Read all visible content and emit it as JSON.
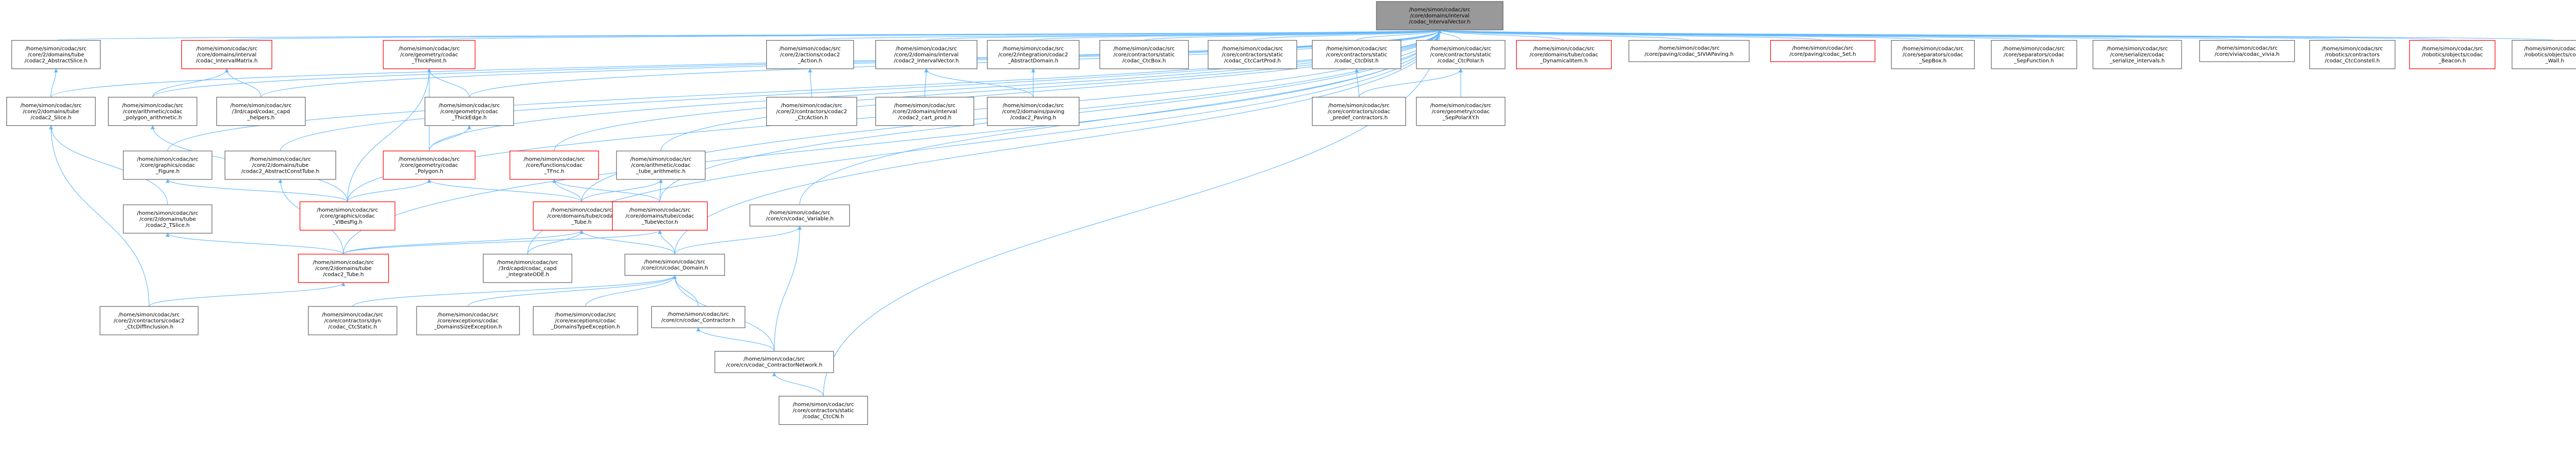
{
  "graph": {
    "root": "n0",
    "nodes": [
      {
        "id": "n0",
        "lines": [
          "/home/simon/codac/src",
          "/core/domains/interval",
          "/codac_IntervalVector.h"
        ],
        "style": "root"
      },
      {
        "id": "n1",
        "lines": [
          "/home/simon/codac/src",
          "/core/2/domains/tube",
          "/codac2_AbstractSlice.h"
        ],
        "style": "normal"
      },
      {
        "id": "n2",
        "lines": [
          "/home/simon/codac/src",
          "/core/domains/interval",
          "/codac_IntervalMatrix.h"
        ],
        "style": "red"
      },
      {
        "id": "n3",
        "lines": [
          "/home/simon/codac/src",
          "/core/geometry/codac",
          "_ThickPoint.h"
        ],
        "style": "red"
      },
      {
        "id": "n4",
        "lines": [
          "/home/simon/codac/src",
          "/core/2/actions/codac2",
          "_Action.h"
        ],
        "style": "normal"
      },
      {
        "id": "n5",
        "lines": [
          "/home/simon/codac/src",
          "/core/2/domains/interval",
          "/codac2_IntervalVector.h"
        ],
        "style": "normal"
      },
      {
        "id": "n6",
        "lines": [
          "/home/simon/codac/src",
          "/core/2/integration/codac2",
          "_AbstractDomain.h"
        ],
        "style": "normal"
      },
      {
        "id": "n7",
        "lines": [
          "/home/simon/codac/src",
          "/core/contractors/static",
          "/codac_CtcBox.h"
        ],
        "style": "normal"
      },
      {
        "id": "n8",
        "lines": [
          "/home/simon/codac/src",
          "/core/contractors/static",
          "/codac_CtcCartProd.h"
        ],
        "style": "normal"
      },
      {
        "id": "n9",
        "lines": [
          "/home/simon/codac/src",
          "/core/contractors/static",
          "/codac_CtcDist.h"
        ],
        "style": "normal"
      },
      {
        "id": "n10",
        "lines": [
          "/home/simon/codac/src",
          "/core/contractors/static",
          "/codac_CtcPolar.h"
        ],
        "style": "normal"
      },
      {
        "id": "n11",
        "lines": [
          "/home/simon/codac/src",
          "/core/domains/tube/codac",
          "_DynamicalItem.h"
        ],
        "style": "red"
      },
      {
        "id": "n12",
        "lines": [
          "/home/simon/codac/src",
          "/core/paving/codac_SIVIAPaving.h"
        ],
        "style": "normal"
      },
      {
        "id": "n13",
        "lines": [
          "/home/simon/codac/src",
          "/core/paving/codac_Set.h"
        ],
        "style": "red"
      },
      {
        "id": "n14",
        "lines": [
          "/home/simon/codac/src",
          "/core/separators/codac",
          "_SepBox.h"
        ],
        "style": "normal"
      },
      {
        "id": "n15",
        "lines": [
          "/home/simon/codac/src",
          "/core/separators/codac",
          "_SepFunction.h"
        ],
        "style": "normal"
      },
      {
        "id": "n16",
        "lines": [
          "/home/simon/codac/src",
          "/core/serialize/codac",
          "_serialize_intervals.h"
        ],
        "style": "normal"
      },
      {
        "id": "n17",
        "lines": [
          "/home/simon/codac/src",
          "/core/vivia/codac_vivia.h"
        ],
        "style": "normal"
      },
      {
        "id": "n18",
        "lines": [
          "/home/simon/codac/src",
          "/robotics/contractors",
          "/codac_CtcConstell.h"
        ],
        "style": "normal"
      },
      {
        "id": "n19",
        "lines": [
          "/home/simon/codac/src",
          "/robotics/objects/codac",
          "_Beacon.h"
        ],
        "style": "red"
      },
      {
        "id": "n20",
        "lines": [
          "/home/simon/codac/src",
          "/robotics/objects/codac",
          "_Wall.h"
        ],
        "style": "normal"
      },
      {
        "id": "n21",
        "lines": [
          "/home/simon/codac/src",
          "/core/2/domains/tube",
          "/codac2_Slice.h"
        ],
        "style": "normal"
      },
      {
        "id": "n22",
        "lines": [
          "/home/simon/codac/src",
          "/core/arithmetic/codac",
          "_polygon_arithmetic.h"
        ],
        "style": "normal"
      },
      {
        "id": "n23",
        "lines": [
          "/home/simon/codac/src",
          "/3rd/capd/codac_capd",
          "_helpers.h"
        ],
        "style": "normal"
      },
      {
        "id": "n24",
        "lines": [
          "/home/simon/codac/src",
          "/core/geometry/codac",
          "_ThickEdge.h"
        ],
        "style": "normal"
      },
      {
        "id": "n25",
        "lines": [
          "/home/simon/codac/src",
          "/core/2/contractors/codac2",
          "_CtcAction.h"
        ],
        "style": "normal"
      },
      {
        "id": "n26",
        "lines": [
          "/home/simon/codac/src",
          "/core/2/domains/interval",
          "/codac2_cart_prod.h"
        ],
        "style": "normal"
      },
      {
        "id": "n27",
        "lines": [
          "/home/simon/codac/src",
          "/core/2/domains/paving",
          "/codac2_Paving.h"
        ],
        "style": "normal"
      },
      {
        "id": "n28",
        "lines": [
          "/home/simon/codac/src",
          "/core/contractors/codac",
          "_predef_contractors.h"
        ],
        "style": "normal"
      },
      {
        "id": "n29",
        "lines": [
          "/home/simon/codac/src",
          "/core/geometry/codac",
          "_SepPolarXY.h"
        ],
        "style": "normal"
      },
      {
        "id": "n30",
        "lines": [
          "/home/simon/codac/src",
          "/core/graphics/codac",
          "_Figure.h"
        ],
        "style": "normal"
      },
      {
        "id": "n31",
        "lines": [
          "/home/simon/codac/src",
          "/core/2/domains/tube",
          "/codac2_AbstractConstTube.h"
        ],
        "style": "normal"
      },
      {
        "id": "n32",
        "lines": [
          "/home/simon/codac/src",
          "/core/geometry/codac",
          "_Polygon.h"
        ],
        "style": "red"
      },
      {
        "id": "n33",
        "lines": [
          "/home/simon/codac/src",
          "/core/functions/codac",
          "_TFnc.h"
        ],
        "style": "red"
      },
      {
        "id": "n34",
        "lines": [
          "/home/simon/codac/src",
          "/core/arithmetic/codac",
          "_tube_arithmetic.h"
        ],
        "style": "normal"
      },
      {
        "id": "n35",
        "lines": [
          "/home/simon/codac/src",
          "/core/2/domains/tube",
          "/codac2_TSlice.h"
        ],
        "style": "normal"
      },
      {
        "id": "n36",
        "lines": [
          "/home/simon/codac/src",
          "/core/graphics/codac",
          "_VIBesFig.h"
        ],
        "style": "red"
      },
      {
        "id": "n37",
        "lines": [
          "/home/simon/codac/src",
          "/core/domains/tube/codac",
          "_Tube.h"
        ],
        "style": "red"
      },
      {
        "id": "n38",
        "lines": [
          "/home/simon/codac/src",
          "/core/domains/tube/codac",
          "_TubeVector.h"
        ],
        "style": "red"
      },
      {
        "id": "n39",
        "lines": [
          "/home/simon/codac/src",
          "/core/cn/codac_Variable.h"
        ],
        "style": "normal"
      },
      {
        "id": "n40",
        "lines": [
          "/home/simon/codac/src",
          "/core/2/domains/tube",
          "/codac2_Tube.h"
        ],
        "style": "red"
      },
      {
        "id": "n41",
        "lines": [
          "/home/simon/codac/src",
          "/3rd/capd/codac_capd",
          "_integrateODE.h"
        ],
        "style": "normal"
      },
      {
        "id": "n42",
        "lines": [
          "/home/simon/codac/src",
          "/core/cn/codac_Domain.h"
        ],
        "style": "normal"
      },
      {
        "id": "n43",
        "lines": [
          "/home/simon/codac/src",
          "/core/2/contractors/codac2",
          "_CtcDiffInclusion.h"
        ],
        "style": "normal"
      },
      {
        "id": "n44",
        "lines": [
          "/home/simon/codac/src",
          "/core/contractors/dyn",
          "/codac_CtcStatic.h"
        ],
        "style": "normal"
      },
      {
        "id": "n45",
        "lines": [
          "/home/simon/codac/src",
          "/core/exceptions/codac",
          "_DomainsSizeException.h"
        ],
        "style": "normal"
      },
      {
        "id": "n46",
        "lines": [
          "/home/simon/codac/src",
          "/core/exceptions/codac",
          "_DomainsTypeException.h"
        ],
        "style": "normal"
      },
      {
        "id": "n47",
        "lines": [
          "/home/simon/codac/src",
          "/core/cn/codac_Contractor.h"
        ],
        "style": "normal"
      },
      {
        "id": "n48",
        "lines": [
          "/home/simon/codac/src",
          "/core/cn/codac_ContractorNetwork.h"
        ],
        "style": "normal"
      },
      {
        "id": "n49",
        "lines": [
          "/home/simon/codac/src",
          "/core/contractors/static",
          "/codac_CtcCN.h"
        ],
        "style": "normal"
      }
    ],
    "edges": [
      [
        "n0",
        "n1"
      ],
      [
        "n0",
        "n2"
      ],
      [
        "n0",
        "n3"
      ],
      [
        "n0",
        "n4"
      ],
      [
        "n0",
        "n5"
      ],
      [
        "n0",
        "n6"
      ],
      [
        "n0",
        "n7"
      ],
      [
        "n0",
        "n8"
      ],
      [
        "n0",
        "n9"
      ],
      [
        "n0",
        "n10"
      ],
      [
        "n0",
        "n11"
      ],
      [
        "n0",
        "n12"
      ],
      [
        "n0",
        "n13"
      ],
      [
        "n0",
        "n14"
      ],
      [
        "n0",
        "n15"
      ],
      [
        "n0",
        "n16"
      ],
      [
        "n0",
        "n17"
      ],
      [
        "n0",
        "n18"
      ],
      [
        "n0",
        "n19"
      ],
      [
        "n0",
        "n20"
      ],
      [
        "n0",
        "n21"
      ],
      [
        "n0",
        "n22"
      ],
      [
        "n0",
        "n23"
      ],
      [
        "n0",
        "n24"
      ],
      [
        "n0",
        "n30"
      ],
      [
        "n0",
        "n31"
      ],
      [
        "n0",
        "n32"
      ],
      [
        "n0",
        "n33"
      ],
      [
        "n0",
        "n34"
      ],
      [
        "n0",
        "n36"
      ],
      [
        "n0",
        "n37"
      ],
      [
        "n0",
        "n38"
      ],
      [
        "n0",
        "n39"
      ],
      [
        "n0",
        "n40"
      ],
      [
        "n0",
        "n41"
      ],
      [
        "n0",
        "n42"
      ],
      [
        "n0",
        "n49"
      ],
      [
        "n1",
        "n21"
      ],
      [
        "n2",
        "n22"
      ],
      [
        "n2",
        "n23"
      ],
      [
        "n3",
        "n24"
      ],
      [
        "n3",
        "n32"
      ],
      [
        "n3",
        "n36"
      ],
      [
        "n4",
        "n25"
      ],
      [
        "n5",
        "n26"
      ],
      [
        "n5",
        "n27"
      ],
      [
        "n6",
        "n27"
      ],
      [
        "n9",
        "n28"
      ],
      [
        "n10",
        "n28"
      ],
      [
        "n10",
        "n29"
      ],
      [
        "n21",
        "n35"
      ],
      [
        "n21",
        "n43"
      ],
      [
        "n22",
        "n36"
      ],
      [
        "n24",
        "n32"
      ],
      [
        "n30",
        "n36"
      ],
      [
        "n31",
        "n40"
      ],
      [
        "n32",
        "n36"
      ],
      [
        "n32",
        "n37"
      ],
      [
        "n33",
        "n37"
      ],
      [
        "n33",
        "n38"
      ],
      [
        "n34",
        "n37"
      ],
      [
        "n34",
        "n38"
      ],
      [
        "n35",
        "n40"
      ],
      [
        "n37",
        "n40"
      ],
      [
        "n37",
        "n41"
      ],
      [
        "n37",
        "n42"
      ],
      [
        "n38",
        "n40"
      ],
      [
        "n38",
        "n42"
      ],
      [
        "n39",
        "n42"
      ],
      [
        "n39",
        "n48"
      ],
      [
        "n40",
        "n43"
      ],
      [
        "n42",
        "n44"
      ],
      [
        "n42",
        "n45"
      ],
      [
        "n42",
        "n46"
      ],
      [
        "n42",
        "n47"
      ],
      [
        "n42",
        "n48"
      ],
      [
        "n47",
        "n48"
      ],
      [
        "n48",
        "n49"
      ]
    ]
  }
}
